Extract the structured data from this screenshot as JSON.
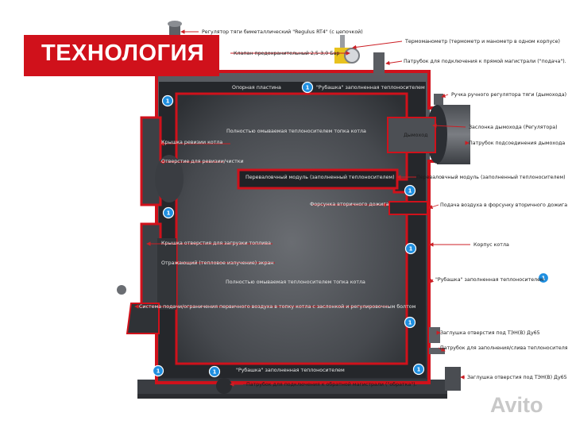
{
  "title": "ТЕХНОЛОГИЯ",
  "watermark": "Avito",
  "badge": "1",
  "labels": {
    "regulator_draft": "Регулятор тяги биметаллический \"Regulus RT4\" (с цепочкой)",
    "thermomanometer": "Термоманометр (термометр и манометр в одном корпусе)",
    "safety_valve": "Клапан предохранительный 2,5-3,0 Бар",
    "supply_pipe": "Патрубок для подключения  к прямой магистрали (\"подача\").",
    "support_plate": "Опорная пластина",
    "jacket_top": "\"Рубашка\" заполненная теплоносителем",
    "flue_handle": "Ручка ручного регулятора тяги (дымохода)",
    "furnace_top": "Полностью омываемая теплоносителем топка котла",
    "flue_damper": "Заслонка дымохода (Регулятора)",
    "chimney_word": "Дымоход",
    "chimney_pipe": "Патрубок подсоединения дымохода",
    "inspection_cover": "Крышка ревизии котла",
    "inspection_hole": "Отверстие для ревизии/чистки",
    "overflow_inner": "Переваловчный модуль (заполненный теплоносителем)",
    "overflow_right": "Переваловчный модуль (заполненный теплоносителем)",
    "secondary_nozzle": "Форсунка вторичного дожига",
    "secondary_air": "Подача воздуха в форсунку вторичного дожига",
    "load_cover": "Крышка отверстия для загрузки топлива",
    "reflective_screen": "Отражающий (тепловое излучение) экран",
    "boiler_body": "Корпус котла",
    "furnace_bottom": "Полностью омываемая теплоносителем топка котла",
    "jacket_right": "\"Рубашка\" заполненная теплоносителем",
    "primary_air": "Система подачи/ограничения первичного воздуха в топку котла с заслонкой и регулировочным болтом",
    "ten_plug_top": "Заглушка отверстия под ТЭН(В) Дy65",
    "drain_pipe": "Патрубок для заполнения/слива теплоносителя",
    "jacket_bottom": "\"Рубашка\" заполненная теплоносителем",
    "ten_plug_bottom": "Заглушка отверстия под ТЭН(В) Дy65",
    "return_pipe": "Патрубок для подключения  к обратной магистрали (\"обратка\")."
  },
  "colors": {
    "brand_red": "#d0111b",
    "steel": "#3a3d42",
    "dark": "#202226",
    "arrow": "#cc1f25"
  }
}
